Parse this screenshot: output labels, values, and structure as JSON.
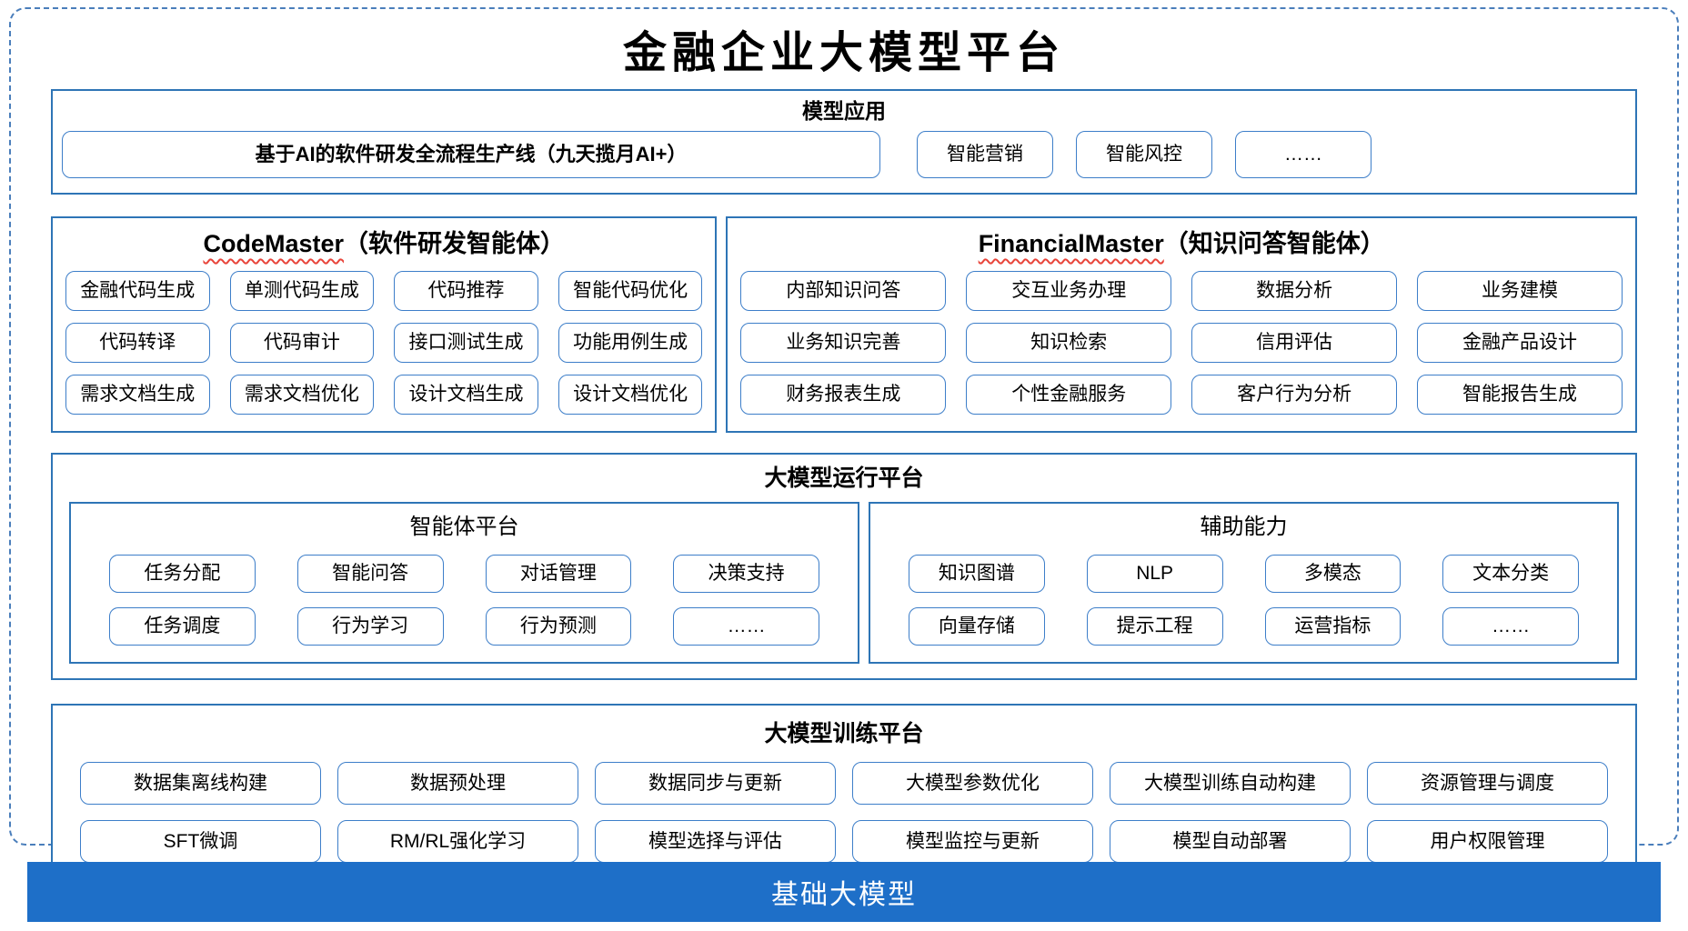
{
  "title": "金融企业大模型平台",
  "colors": {
    "section_border_blue": "#2e75b6",
    "item_border_blue": "#3d7ec9",
    "dashed_border_blue": "#4a7ebb",
    "footer_blue": "#1e6fc8",
    "squiggle_red": "#e8443a"
  },
  "model_app": {
    "header": "模型应用",
    "main_item": "基于AI的软件研发全流程生产线（九天揽月AI+）",
    "items": [
      "智能营销",
      "智能风控",
      "……"
    ]
  },
  "codemaster": {
    "name": "CodeMaster",
    "suffix": "（软件研发智能体）",
    "items": [
      "金融代码生成",
      "单测代码生成",
      "代码推荐",
      "智能代码优化",
      "代码转译",
      "代码审计",
      "接口测试生成",
      "功能用例生成",
      "需求文档生成",
      "需求文档优化",
      "设计文档生成",
      "设计文档优化"
    ]
  },
  "financialmaster": {
    "name": "FinancialMaster",
    "suffix": "（知识问答智能体）",
    "items": [
      "内部知识问答",
      "交互业务办理",
      "数据分析",
      "业务建模",
      "业务知识完善",
      "知识检索",
      "信用评估",
      "金融产品设计",
      "财务报表生成",
      "个性金融服务",
      "客户行为分析",
      "智能报告生成"
    ]
  },
  "runtime_platform": {
    "header": "大模型运行平台",
    "agent_platform": {
      "header": "智能体平台",
      "items": [
        "任务分配",
        "智能问答",
        "对话管理",
        "决策支持",
        "任务调度",
        "行为学习",
        "行为预测",
        "……"
      ]
    },
    "auxiliary": {
      "header": "辅助能力",
      "items": [
        "知识图谱",
        "NLP",
        "多模态",
        "文本分类",
        "向量存储",
        "提示工程",
        "运营指标",
        "……"
      ]
    }
  },
  "training_platform": {
    "header": "大模型训练平台",
    "items": [
      "数据集离线构建",
      "数据预处理",
      "数据同步与更新",
      "大模型参数优化",
      "大模型训练自动构建",
      "资源管理与调度",
      "SFT微调",
      "RM/RL强化学习",
      "模型选择与评估",
      "模型监控与更新",
      "模型自动部署",
      "用户权限管理"
    ]
  },
  "footer": {
    "label": "基础大模型"
  }
}
